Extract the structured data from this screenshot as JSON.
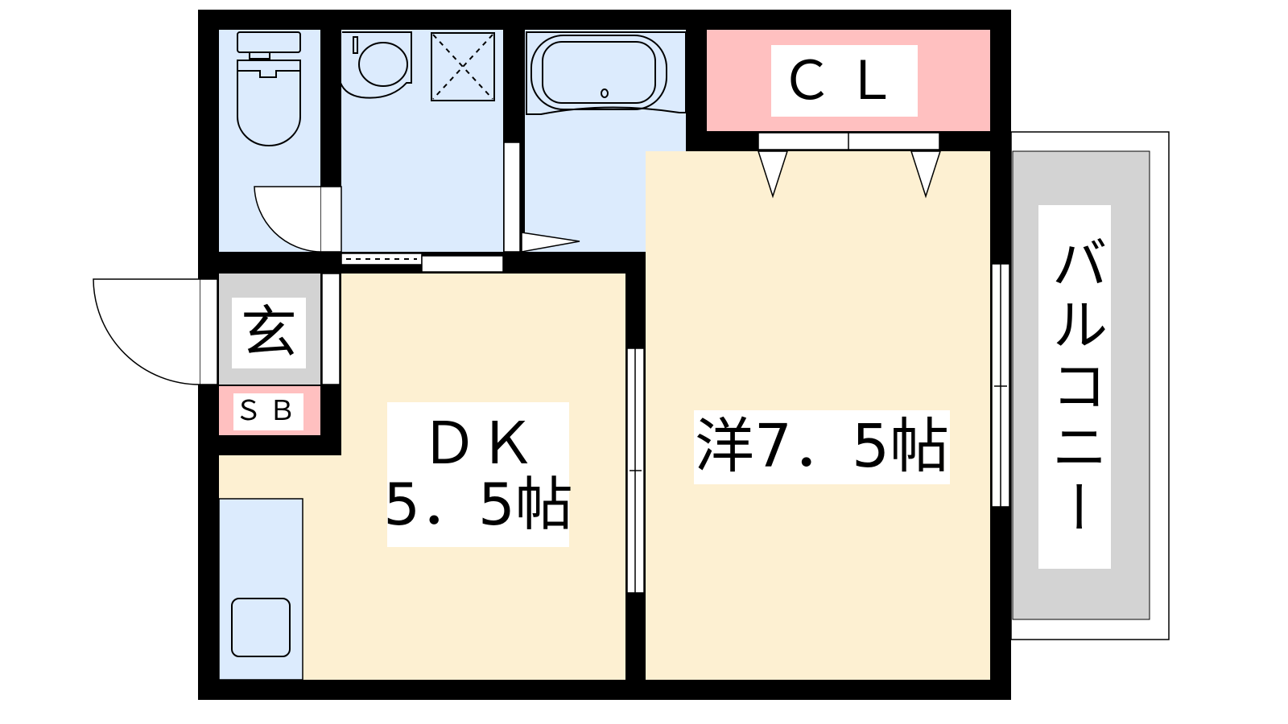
{
  "floor_plan": {
    "rooms": {
      "closet": "ＣＬ",
      "entrance": "玄",
      "shoe_box": "ＳＢ",
      "dk_name": "ＤＫ",
      "dk_size": "5．5帖",
      "western_room": "洋7．5帖",
      "balcony": "バルコニー"
    },
    "colors": {
      "wet_area": "#dcebfd",
      "living": "#fdf0d2",
      "storage": "#ffc0c0",
      "entrance": "#d3d3d3",
      "wall": "#000000"
    }
  }
}
